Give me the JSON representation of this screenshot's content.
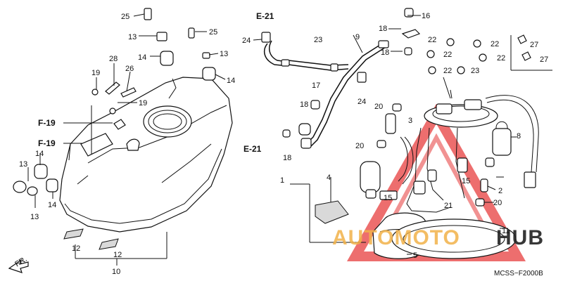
{
  "diagram": {
    "code": "MCSS−F2000B",
    "direction_label": "FR.",
    "watermark": {
      "part1": "AUTOMOTO",
      "part2": "HUB"
    },
    "refs": [
      "F-19",
      "F-19",
      "E-21",
      "E-21"
    ],
    "part_numbers": {
      "p1": "1",
      "p2": "2",
      "p3": "3",
      "p4": "4",
      "p5": "5",
      "p8": "8",
      "p9": "9",
      "p10": "10",
      "p11": "11",
      "p12a": "12",
      "p12b": "12",
      "p13a": "13",
      "p13b": "13",
      "p13c": "13",
      "p13d": "13",
      "p14a": "14",
      "p14b": "14",
      "p14c": "14",
      "p14d": "14",
      "p15a": "15",
      "p15b": "15",
      "p16": "16",
      "p17": "17",
      "p18a": "18",
      "p18b": "18",
      "p18c": "18",
      "p18d": "18",
      "p19a": "19",
      "p19b": "19",
      "p20a": "20",
      "p20b": "20",
      "p20c": "20",
      "p21": "21",
      "p22a": "22",
      "p22b": "22",
      "p22c": "22",
      "p22d": "22",
      "p22e": "22",
      "p23a": "23",
      "p23b": "23",
      "p24a": "24",
      "p24b": "24",
      "p25a": "25",
      "p25b": "25",
      "p26": "26",
      "p27a": "27",
      "p27b": "27",
      "p28": "28"
    }
  }
}
